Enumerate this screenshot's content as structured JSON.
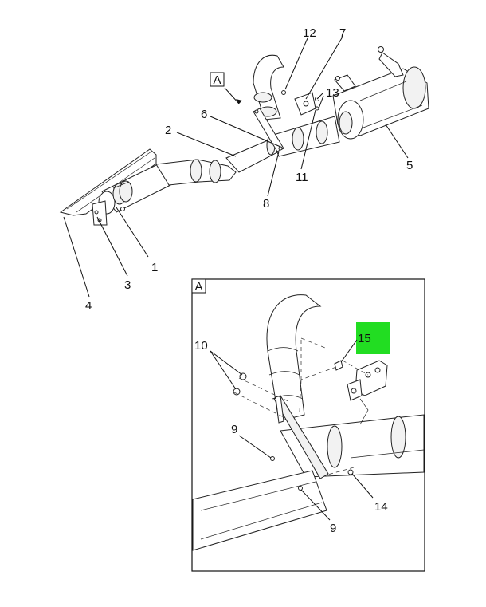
{
  "diagram": {
    "view_tag": "A",
    "detail_tag": "A",
    "callouts": {
      "c1": "1",
      "c2": "2",
      "c3": "3",
      "c4": "4",
      "c5": "5",
      "c6": "6",
      "c7": "7",
      "c8": "8",
      "c9a": "9",
      "c9b": "9",
      "c10": "10",
      "c11": "11",
      "c12": "12",
      "c13": "13",
      "c14": "14",
      "c15": "15"
    },
    "highlight_color": "#22dd22"
  }
}
